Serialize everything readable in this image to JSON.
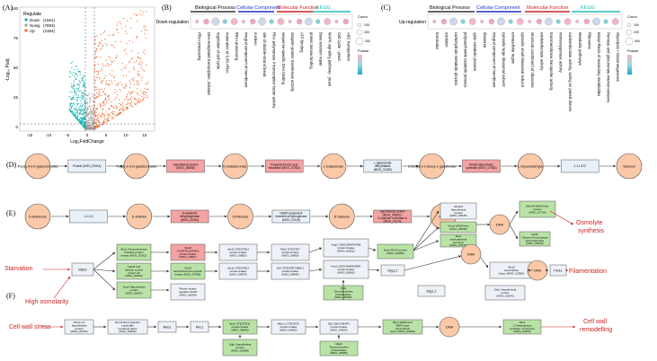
{
  "panels": {
    "a": {
      "letter": "(A)",
      "y_label": "-Log₁₀ Padj",
      "x_label": "Log₂FoldChange",
      "y_ticks": [
        "100",
        "75",
        "50",
        "25",
        "0"
      ],
      "x_ticks": [
        "-15",
        "-10",
        "-5",
        "0",
        "5",
        "10",
        "15"
      ],
      "legend_title": "Regulate",
      "legend": [
        {
          "label": "Down",
          "count": "(1561)",
          "color": "#19b3b3"
        },
        {
          "label": "Nosig",
          "count": "(7893)",
          "color": "#9a9a9a"
        },
        {
          "label": "Up",
          "count": "(2364)",
          "color": "#f26b2f"
        }
      ]
    },
    "b": {
      "letter": "(B)",
      "row_label": "Down-regulation",
      "categories": [
        {
          "name": "Biological Process",
          "color": "#333333"
        },
        {
          "name": "Cellular Component",
          "color": "#2233cc"
        },
        {
          "name": "Molecular Function",
          "color": "#cc2222"
        },
        {
          "name": "KEGG",
          "color": "#22bbbb"
        }
      ],
      "terms": [
        "rRNA processing",
        "DNA-templated transcription, initiation",
        "regulation of cell cycle",
        "maturation of 5.8S rRNA",
        "tRNA processing",
        "integral component of membrane",
        "nucleus",
        "site of double-strand break",
        "RNA polymerase II transcription factor activity",
        "sequence-specific DNA binding",
        "ubiquitin-protein transferase activity",
        "ATP binding",
        "protein kinase binding",
        "Base excision repair",
        "MAPK signaling pathway - yeast",
        "Cell cycle - yeast",
        "ABC transporters"
      ],
      "legend_title": "Count",
      "legend_sizes": [
        "100",
        "200",
        "300"
      ],
      "legend2_title": "Pvalue"
    },
    "c": {
      "letter": "(C)",
      "row_label": "Up-regulation",
      "categories": [
        {
          "name": "Biological Process",
          "color": "#333333"
        },
        {
          "name": "Cellular Component",
          "color": "#2233cc"
        },
        {
          "name": "Molecular Function",
          "color": "#cc2222"
        },
        {
          "name": "KEGG",
          "color": "#22bbbb"
        }
      ],
      "terms": [
        "translation",
        "oxidation",
        "carbohydrate metabolic process",
        "polysaccharide catabolic process",
        "xylan catabolic process",
        "ribosome",
        "integral component of membrane",
        "cytosolic large ribosomal subunit",
        "extracellular region",
        "cytosolic small ribosomal subunit",
        "structural constituent of ribosome",
        "oxidoreductase activity",
        "transmembrane transporter activity",
        "monooxygenase activity",
        "oxidoreductase activity, acting on paired donors",
        "Metabolic pathways",
        "Ribosome",
        "Biosynthesis of secondary metabolites",
        "Pentose and glucuronate interconversions",
        "Glycolysis / Gluconeogenesis"
      ],
      "legend_title": "Count",
      "legend_sizes": [
        "100",
        "200",
        "300"
      ],
      "legend2_title": "Pvalue"
    },
    "d": {
      "letter": "(D)",
      "nodes": [
        {
          "kind": "circle",
          "label": "Poly(1,4-α-D-galacturonate)"
        },
        {
          "kind": "box",
          "fill": "#e8f0f8",
          "label": "Protein (MGG_00014)"
        },
        {
          "kind": "circle",
          "label": "Poly(1,4-α-D-galacturonate)"
        },
        {
          "kind": "box",
          "fill": "#f4a3a3",
          "label": "Hypothetical protein (MGG_08088)"
        },
        {
          "kind": "circle",
          "label": "D-Galacturonate"
        },
        {
          "kind": "box",
          "fill": "#f4a3a3",
          "label": "Polygalacturonic acid reductase (MGG_07382)"
        },
        {
          "kind": "circle",
          "label": "L-Galactonate"
        },
        {
          "kind": "box",
          "fill": "#e8f0f8",
          "label": "L-galactonate dehydratase (MGG_01180)"
        },
        {
          "kind": "circle",
          "label": "2-Dehydro-3-deoxy-L-galactonate"
        },
        {
          "kind": "box",
          "fill": "#f4a3a3",
          "label": "Dihydrodipicolinate synthase (MGG_07482)"
        },
        {
          "kind": "circle",
          "label": "L-Glyceraldehyde"
        },
        {
          "kind": "box",
          "fill": "#e8f0f8",
          "label": "1.1.1.372"
        },
        {
          "kind": "circle",
          "label": "Glycerol"
        }
      ]
    },
    "e": {
      "letter": "(E)",
      "nodes": [
        {
          "kind": "circle",
          "label": "D-Arabinose"
        },
        {
          "kind": "box",
          "fill": "#e8f0f8",
          "label": "1.1.1.3"
        },
        {
          "kind": "circle",
          "label": "D-Arabitol"
        },
        {
          "kind": "box",
          "fill": "#f4a3a3",
          "label": "D-arabinitol dehydrogenase (MGG_02344)"
        },
        {
          "kind": "circle",
          "label": "D-Ribulose"
        },
        {
          "kind": "box",
          "fill": "#e8f0f8",
          "label": "NADP-dependent mannitol dehydrogenase (MGG_01119)"
        },
        {
          "kind": "circle",
          "label": "D-Xylulose"
        },
        {
          "kind": "box",
          "fill": "#f4a3a3",
          "label": "Hypothetical protein (MGG_04905) / D-xylulose reductase A (MGG_01176)"
        },
        {
          "kind": "circle",
          "label": "Xylitol"
        }
      ]
    },
    "f": {
      "letter": "(F)",
      "stimuli": {
        "starvation": "Starvation",
        "osmo": "High osmolarity",
        "wall": "Cell wall stress"
      },
      "outcomes": {
        "osmolyte": "Osmolyte synthesis",
        "filament": "Filamentation",
        "wall": "Cell wall remodelling"
      },
      "msb2": "Msb2",
      "sho1": "Sho1 Transmembrane histidine protein kinase (MGG_07312)",
      "cdc42": "Cdc42 Cell division control protein 42 (MGG_00466)",
      "opy2": "Opy2 Hypothetical protein (MGG_00407)",
      "opy2b": "Opy2 Hypothetical protein (MGG_00407)",
      "ste20": "Ste20 STE/STE20/PAKA protein kinase (MGG_12821)",
      "ste20b": "Ste20 Serine/threonine-protein kinase (MGG_07400)",
      "pkinase": "Protein kinase regulator Ste50 (MGG_05199)",
      "ste11": "Ste11 STE/STE11 protein kinase (MGG_00853)",
      "pbs2": "Pbs2 STE/STE7 protein kinase (MGG_00800)",
      "hog1": "Hog1 CMGC/MAPK/P38 protein kinase (MGG_01822)",
      "rck2": "Rck2 RCK2 protein (MGG_03189)",
      "msn24": "Msn2/4 Hypothetical protein (MGG_09015)",
      "msn24b": "Msn2/4 MADS-box protein (MGG_07730)",
      "smp1": "Smp1 MADS-box (MGG_08196)",
      "sko1": "Sko1 transcriptional repressor (MGG_03679)",
      "gpd1": "Gpd1 Glycerol-3-phosphate dehydrogenase (MGG_00513)",
      "dna1": "DNA",
      "ste11b": "Ste11 STE/STE11 protein kinase (MGG_00875)",
      "ste7": "Ste7 STE/STE7/MEK1 protein kinase (MGG_06840)",
      "kss1": "Kss1 CMGC/MAPK/ERK protein kinase (MGG_09565)",
      "dig12": "Dig1,2",
      "ste12": "Ste12 transcription factor (MGG_12958)",
      "dna2": "DNA",
      "flo11": "Flo11",
      "ptp": "Ptp3 Tyrosine-protein phosphatase (MGG_05780)",
      "sho1b": "Sho1 Hypothetical protein (MGG_02243)",
      "tec1": "Tec1 Transcriptional activator",
      "wsc": "Wsc1,2,3 Hypothetical protein (MGG_01064)",
      "rom2": "Rom2 Rho1 guanine nucleotide exchange factor (MGG_02846)",
      "rho1": "Rho1",
      "pkc1": "Pkc1",
      "bck1": "Bck1 STE/STE11 protein kinase (MGG_08605)",
      "mkk12": "Mkk1,2 STE/STE7 protein kinase (MGG_06482)",
      "slt2": "Slt2 CMGC/MAPK protein kinase (MGG_04943)",
      "rlm1": "Rlm1 MADS-box MEF2-type transcription factor (MGG_02294)",
      "dna3": "DNA",
      "fks": "Fks1 1,3-beta-glucan synthase component (MGG_00103)",
      "sdp1": "Sdp1 Hypothetical protein (MGG_06398)",
      "msg5": "Msg5 Tyrosine-protein phosphatase (MGG_03080)"
    }
  }
}
